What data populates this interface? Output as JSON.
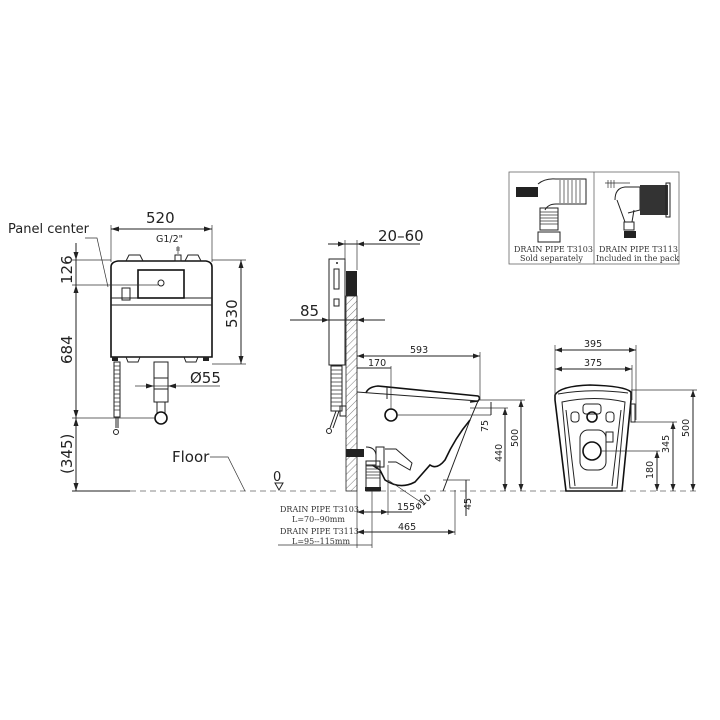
{
  "front_view": {
    "panel_center_label": "Panel center",
    "width_dim": "520",
    "inlet_label": "G1/2\"",
    "height_dim": "530",
    "panel_dim": "126",
    "outlet_height_dim": "684",
    "floor_offset_dim": "(345)",
    "outlet_diameter": "Ø55",
    "floor_label": "Floor"
  },
  "side_view": {
    "wall_thickness_dim": "20–60",
    "frame_depth_dim": "85",
    "zero_mark": "0",
    "projection_dim": "593",
    "flush_button_dim": "170",
    "top_drop_dim": "75",
    "seat_height_dim": "440",
    "total_height_dim": "500",
    "drain_height_dim": "45",
    "drain_offset_dim": "155",
    "drain_angle_dim": "ø10",
    "drain_reach_dim": "465",
    "drain_notes": [
      "DRAIN PIPE T3103",
      "L=70--90mm",
      "DRAIN PIPE T3113",
      "L=95--115mm"
    ]
  },
  "inset_box": {
    "left": {
      "title": "DRAIN PIPE T3103",
      "note": "Sold separately"
    },
    "right": {
      "title": "DRAIN PIPE T3113",
      "note": "Included in the pack"
    }
  },
  "back_view": {
    "outer_width_dim": "395",
    "inner_width_dim": "375",
    "total_height_dim": "500",
    "inlet_height_dim": "345",
    "outlet_height_dim": "180"
  }
}
